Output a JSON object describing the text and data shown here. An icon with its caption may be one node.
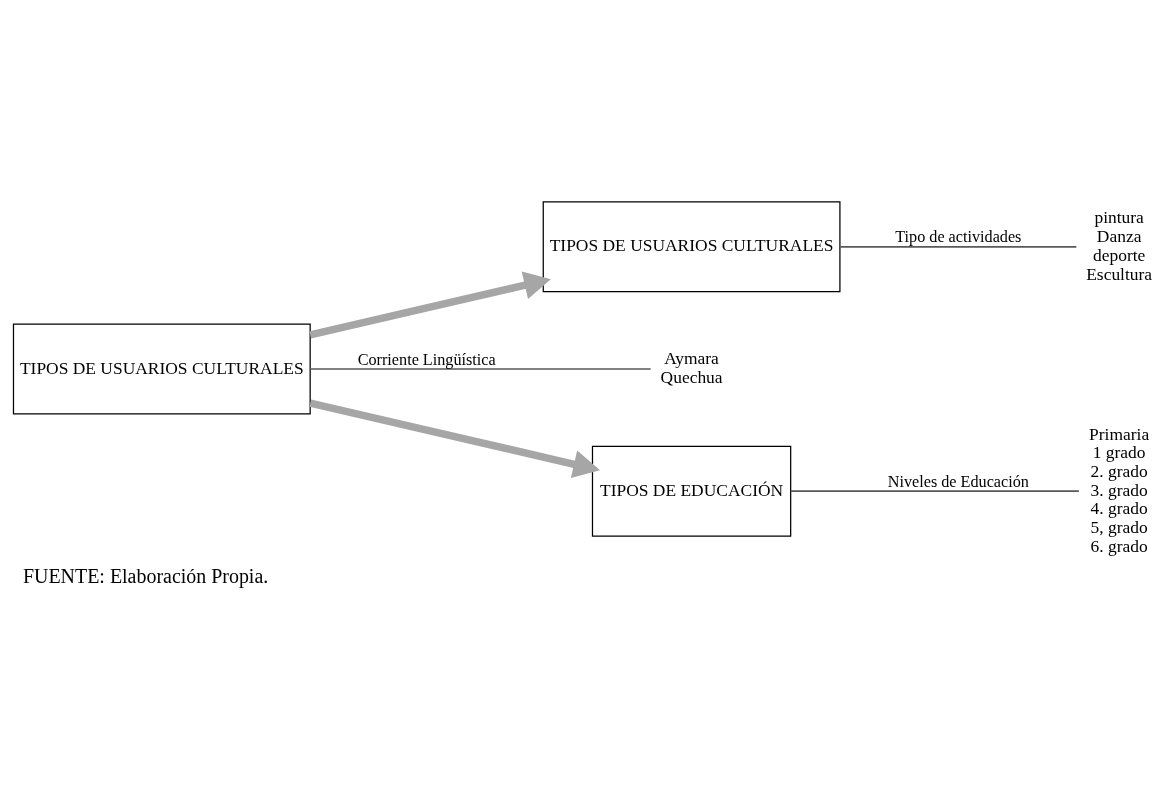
{
  "diagram": {
    "caption": "FUENTE: Elaboración Propia.",
    "nodes": [
      {
        "text": [
          "TIPOS DE USUARIOS CULTURALES"
        ]
      },
      {
        "text": [
          "TIPOS DE USUARIOS CULTURALES"
        ]
      },
      {
        "text": [
          "pintura",
          "Danza",
          "deporte",
          "Escultura"
        ]
      },
      {
        "text": [
          "Aymara",
          "Quechua"
        ]
      },
      {
        "text": [
          "TIPOS DE EDUCACIÓN"
        ]
      },
      {
        "text": [
          "Primaria",
          "1 grado",
          "2. grado",
          "3. grado",
          "4. grado",
          "5, grado",
          "6. grado"
        ]
      }
    ],
    "edges": [
      {
        "from": 0,
        "to": 1,
        "arrow": "to",
        "style": "thick",
        "color": "#a6a6a6"
      },
      {
        "from": 0,
        "to": 4,
        "arrow": "to",
        "style": "thick",
        "color": "#a6a6a6"
      },
      {
        "from": 1,
        "to": 2,
        "arrow": "none",
        "label": "Tipo de actividades"
      },
      {
        "from": 0,
        "to": 3,
        "arrow": "none",
        "label": "Corriente Lingüística"
      },
      {
        "from": 4,
        "to": 5,
        "arrow": "none",
        "label": "Niveles de Educación"
      }
    ]
  }
}
